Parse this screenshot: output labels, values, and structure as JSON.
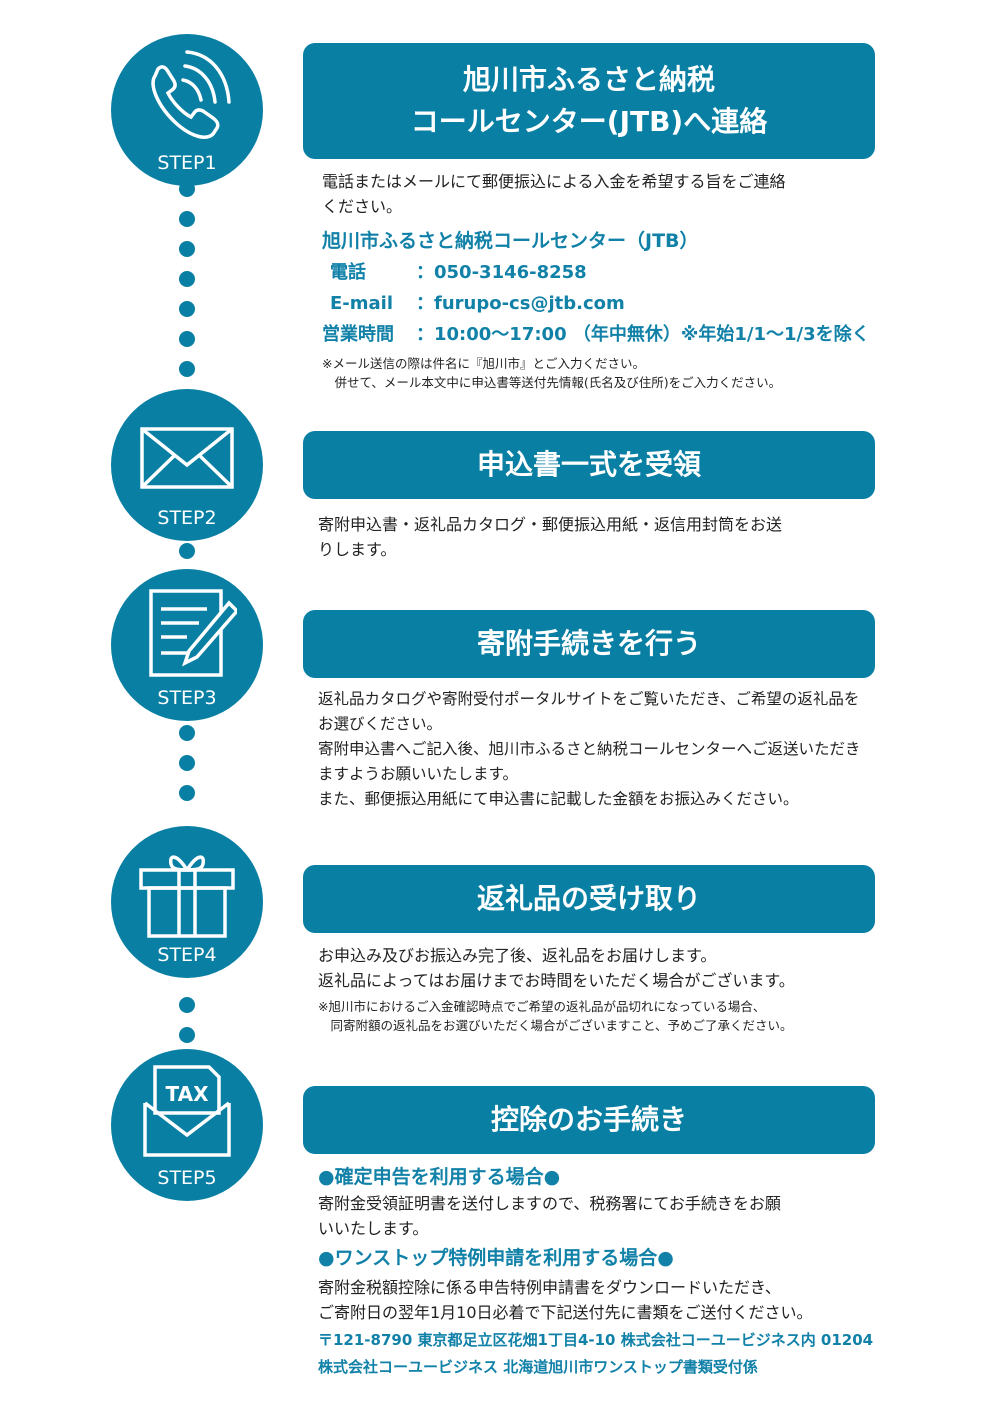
{
  "colors": {
    "accent": "#087fa3"
  },
  "steps": [
    {
      "label": "STEP1",
      "icon": "phone-icon",
      "title_lines": [
        "旭川市ふるさと納税",
        "コールセンター(JTB)へ連絡"
      ]
    },
    {
      "label": "STEP2",
      "icon": "envelope-icon",
      "title": "申込書一式を受領"
    },
    {
      "label": "STEP3",
      "icon": "document-pen-icon",
      "title": "寄附手続きを行う"
    },
    {
      "label": "STEP4",
      "icon": "gift-icon",
      "title": "返礼品の受け取り"
    },
    {
      "label": "STEP5",
      "icon": "tax-envelope-icon",
      "title": "控除のお手続き"
    }
  ],
  "step1": {
    "body": [
      "電話またはメールにて郵便振込による入金を希望する旨をご連絡",
      "ください。"
    ],
    "center_name": "旭川市ふるさと納税コールセンター（JTB）",
    "phone_label": "電話",
    "phone": "：050-3146-8258",
    "email_label": "E-mail",
    "email": "：furupo-cs@jtb.com",
    "hours_label": "営業時間",
    "hours": "：10:00～17:00 （年中無休）※年始1/1～1/3を除く",
    "notes": [
      "※メール送信の際は件名に『旭川市』とご入力ください。",
      "　併せて、メール本文中に申込書等送付先情報(氏名及び住所)をご入力ください。"
    ]
  },
  "step2": {
    "body": [
      "寄附申込書・返礼品カタログ・郵便振込用紙・返信用封筒をお送",
      "りします。"
    ]
  },
  "step3": {
    "body": [
      "返礼品カタログや寄附受付ポータルサイトをご覧いただき、ご希望の返礼品を",
      "お選びください。",
      "寄附申込書へご記入後、旭川市ふるさと納税コールセンターへご返送いただき",
      "ますようお願いいたします。",
      "また、郵便振込用紙にて申込書に記載した金額をお振込みください。"
    ]
  },
  "step4": {
    "body": [
      "お申込み及びお振込み完了後、返礼品をお届けします。",
      "返礼品によってはお届けまでお時間をいただく場合がございます。"
    ],
    "notes": [
      "※旭川市におけるご入金確認時点でご希望の返礼品が品切れになっている場合、",
      "　同寄附額の返礼品をお選びいただく場合がございますこと、予めご了承ください。"
    ]
  },
  "step5": {
    "heading1": "●確定申告を利用する場合●",
    "body1": [
      "寄附金受領証明書を送付しますので、税務署にてお手続きをお願",
      "いいたします。"
    ],
    "heading2": "●ワンストップ特例申請を利用する場合●",
    "body2": [
      "寄附金税額控除に係る申告特例申請書をダウンロードいただき、",
      "ご寄附日の翌年1月10日必着で下記送付先に書類をご送付ください。"
    ],
    "address": [
      "〒121-8790 東京都足立区花畑1丁目4-10 株式会社コーユービジネス内 01204",
      "株式会社コーユービジネス 北海道旭川市ワンストップ書類受付係"
    ]
  }
}
